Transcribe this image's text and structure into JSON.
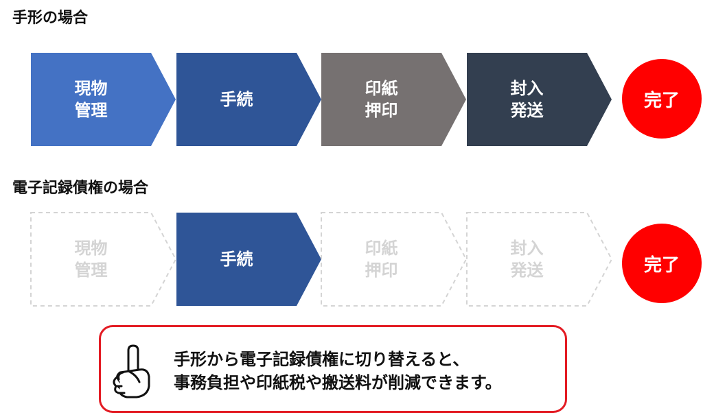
{
  "sections": [
    {
      "title": "手形の場合",
      "steps": [
        {
          "label": "現物\n管理",
          "state": "active",
          "color": "#4472c4"
        },
        {
          "label": "手続",
          "state": "active",
          "color": "#2f5597"
        },
        {
          "label": "印紙\n押印",
          "state": "active",
          "color": "#767171"
        },
        {
          "label": "封入\n発送",
          "state": "active",
          "color": "#333f50"
        }
      ],
      "done": "完了"
    },
    {
      "title": "電子記録債権の場合",
      "steps": [
        {
          "label": "現物\n管理",
          "state": "inactive"
        },
        {
          "label": "手続",
          "state": "active",
          "color": "#2f5597"
        },
        {
          "label": "印紙\n押印",
          "state": "inactive"
        },
        {
          "label": "封入\n発送",
          "state": "inactive"
        }
      ],
      "done": "完了"
    }
  ],
  "note": {
    "icon": "pointing-up-hand-icon",
    "line1": "手形から電子記録債権に切り替えると、",
    "line2": "事務負担や印紙税や搬送料が削減できます。"
  },
  "colors": {
    "done": "#ff0000",
    "note_border": "#e31b23",
    "inactive_outline": "#d4d4d4"
  }
}
